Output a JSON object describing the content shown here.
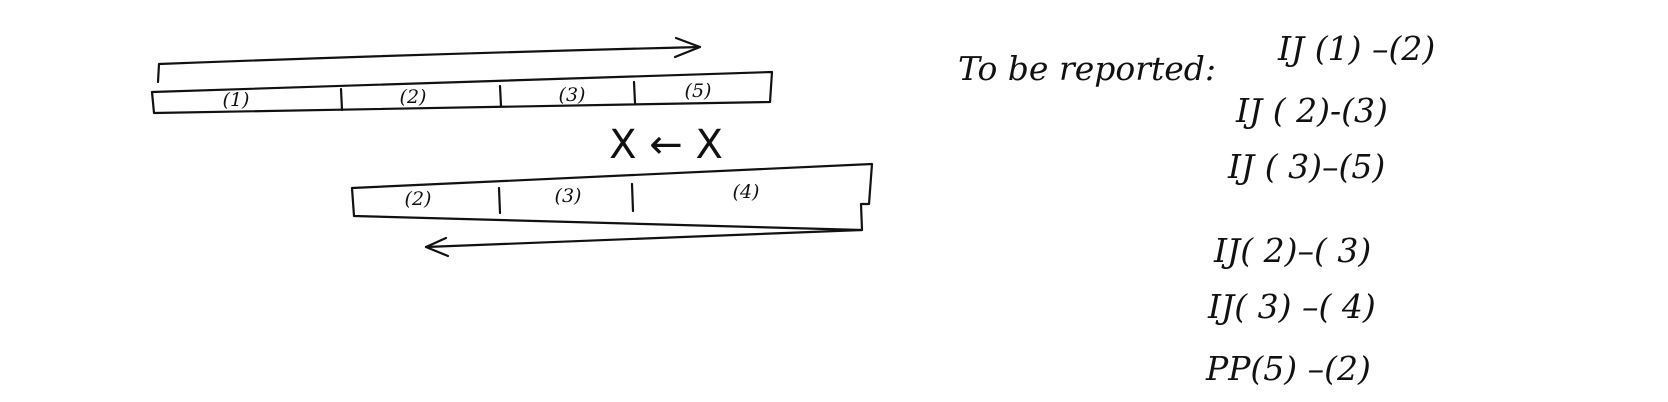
{
  "top_strip": {
    "segments": [
      "(1)",
      "(2)",
      "(3)",
      "(5)"
    ],
    "direction": "left-to-right"
  },
  "bottom_strip": {
    "segments": [
      "(2)",
      "(3)",
      "(4)"
    ],
    "direction": "right-to-left"
  },
  "crossing_marker": "X ← X",
  "notes": {
    "heading": "To be reported:",
    "lines": [
      "IJ (1) –(2)",
      "IJ ( 2)-(3)",
      "IJ ( 3)–(5)",
      "IJ( 2)–( 3)",
      "IJ( 3) –( 4)",
      "PP(5) –(2)"
    ]
  }
}
